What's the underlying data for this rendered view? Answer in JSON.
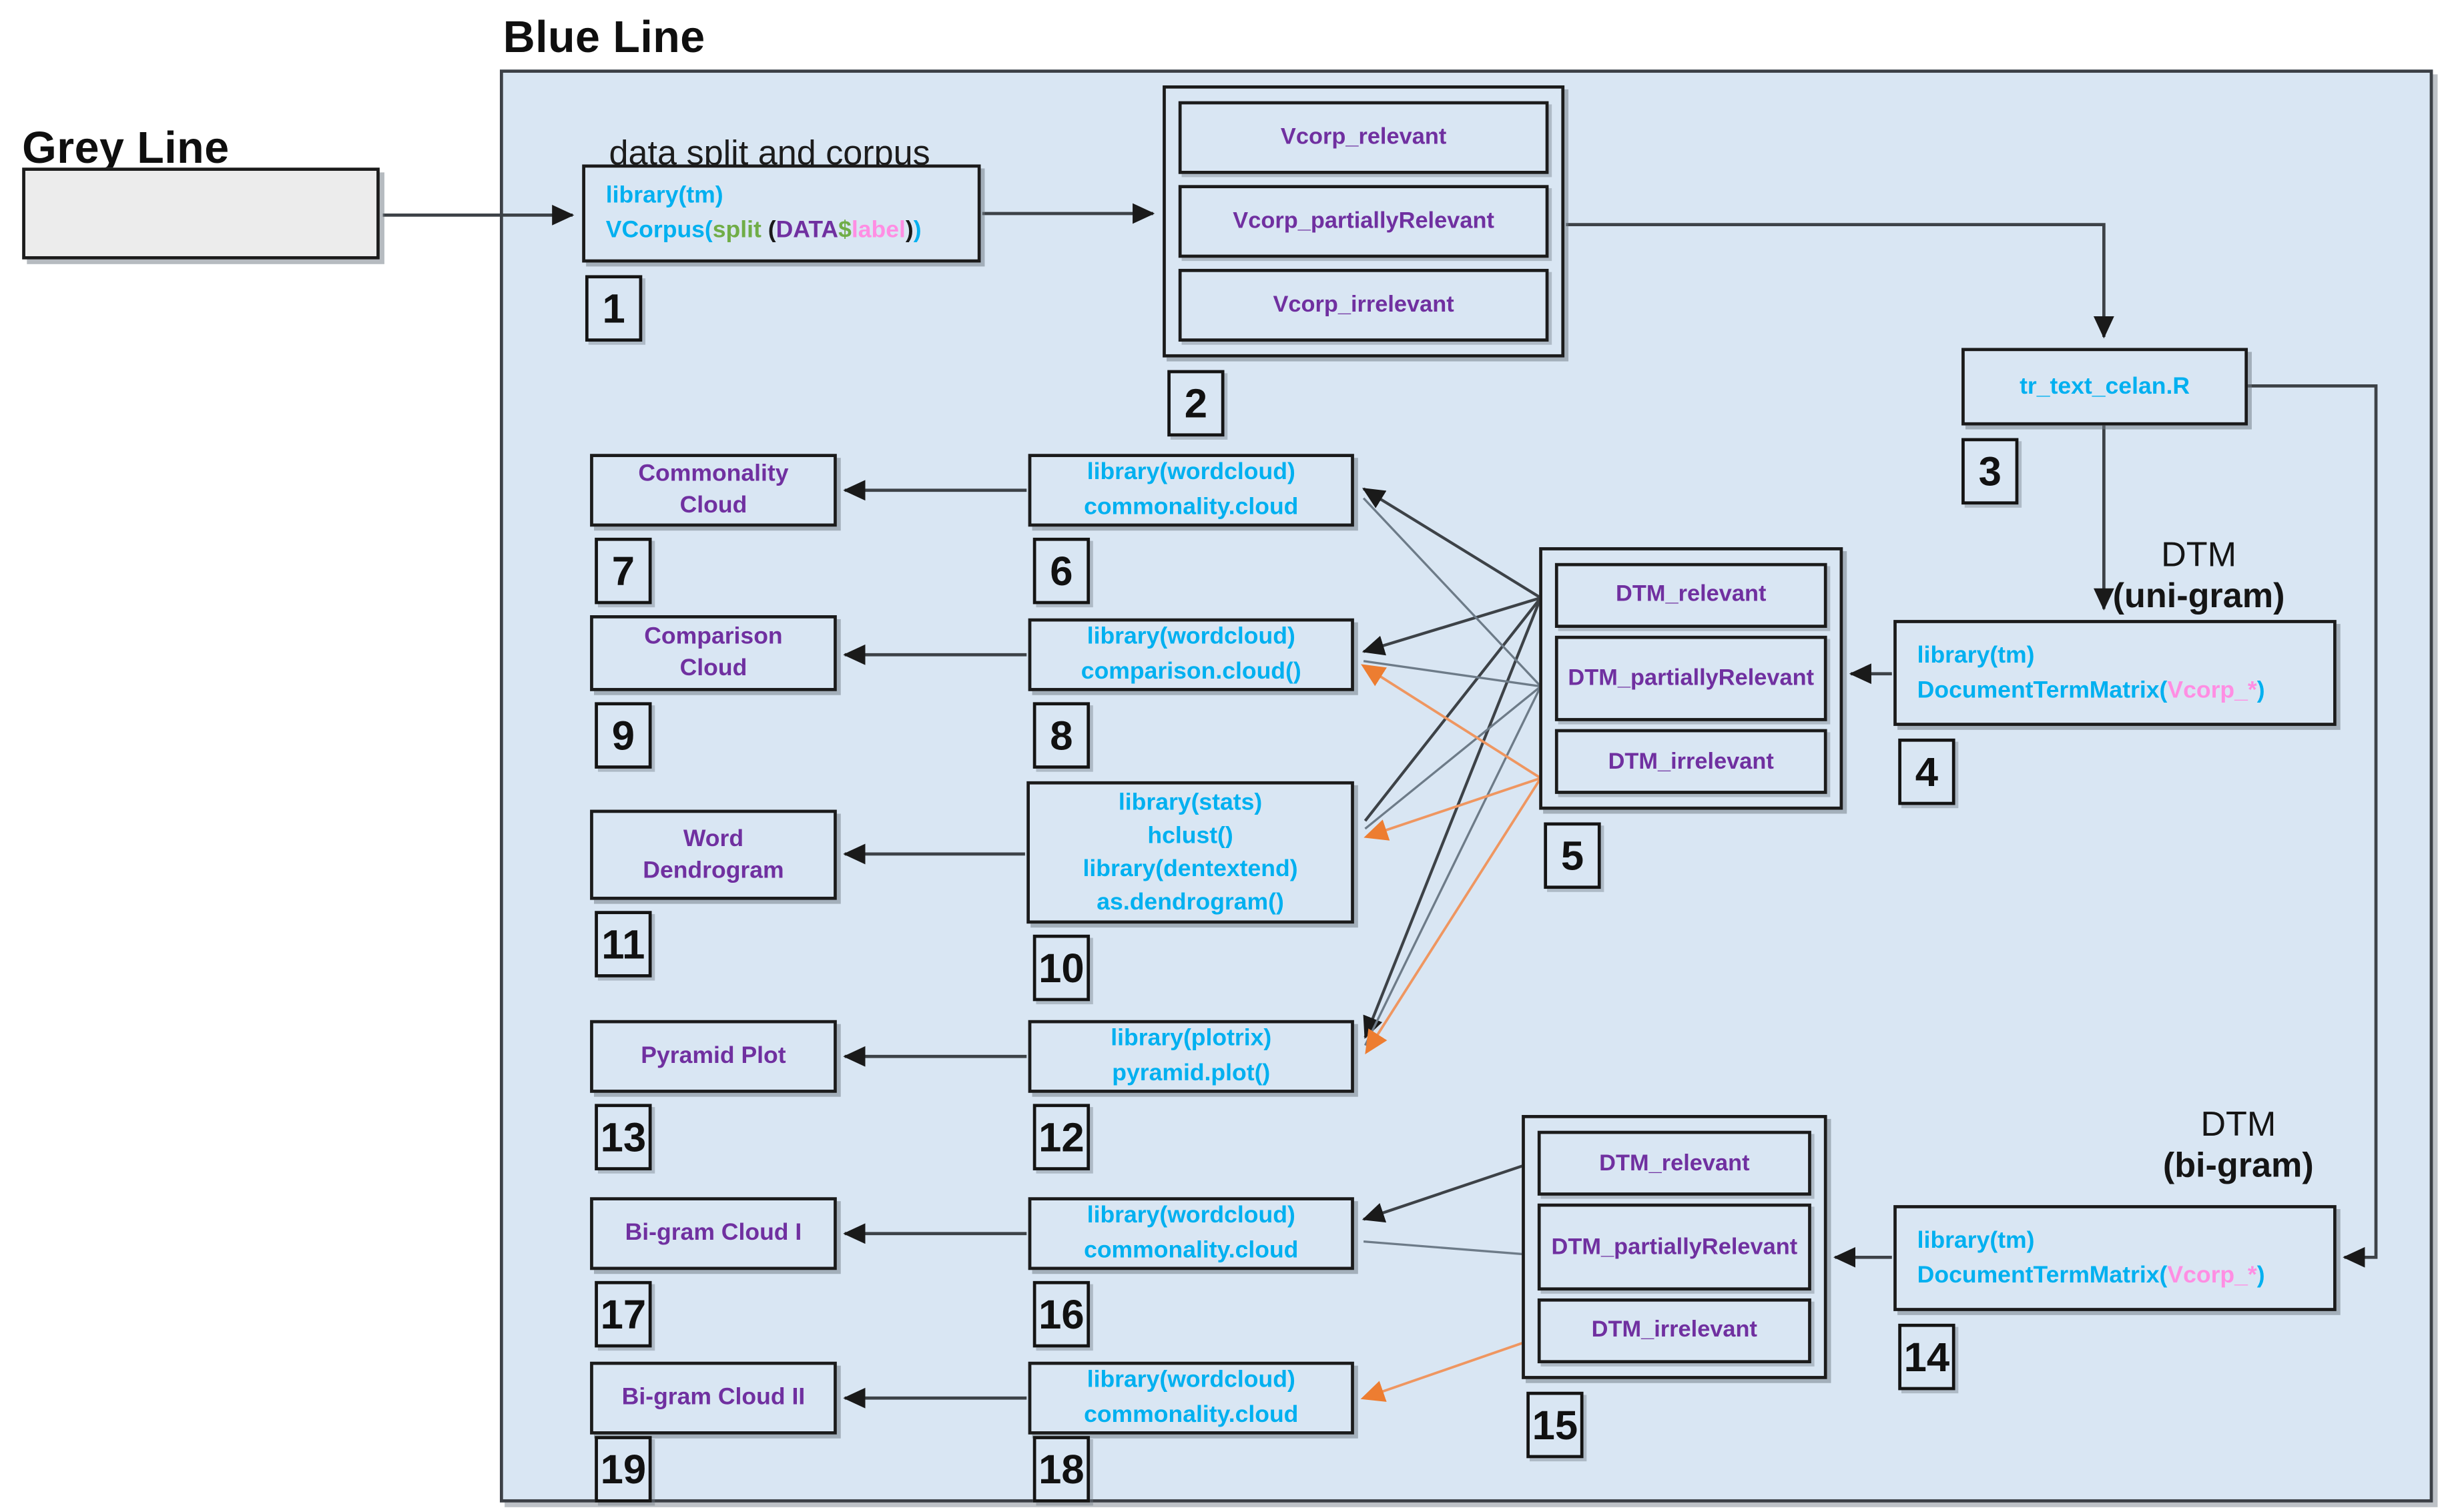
{
  "palette": {
    "cyan": "#00b0f0",
    "purple": "#7030a0",
    "green": "#70ad47",
    "pink": "#ff8ee3",
    "black": "#1a1a1a",
    "orange_line": "#ef9660",
    "orange_head": "#ed7d31",
    "line": "#3d4247",
    "line2": "#6d7b88",
    "container_fill": "#d9e6f3",
    "grey_fill": "#ececec"
  },
  "labels": {
    "grey_line": "Grey Line",
    "blue_line": "Blue Line",
    "caption": "data split and corpus",
    "dtm_uni_1": "DTM",
    "dtm_uni_2": "(uni-gram)",
    "dtm_bi_1": "DTM",
    "dtm_bi_2": "(bi-gram)"
  },
  "boxes": {
    "b1": {
      "num": "1",
      "code": [
        [
          {
            "t": "library(tm)",
            "c": "cyan"
          }
        ],
        [
          {
            "t": "VCorpus(",
            "c": "cyan"
          },
          {
            "t": "split",
            "c": "green"
          },
          {
            "t": " (",
            "c": "black"
          },
          {
            "t": "DATA",
            "c": "purple"
          },
          {
            "t": "$",
            "c": "green"
          },
          {
            "t": "label",
            "c": "pink"
          },
          {
            "t": ")",
            "c": "black"
          },
          {
            "t": ")",
            "c": "cyan"
          }
        ]
      ]
    },
    "b2": {
      "num": "2",
      "items": [
        "Vcorp_relevant",
        "Vcorp_partiallyRelevant",
        "Vcorp_irrelevant"
      ]
    },
    "b3": {
      "num": "3",
      "title": "tr_text_celan.R"
    },
    "b4": {
      "num": "4",
      "code": [
        [
          {
            "t": "library(tm)",
            "c": "cyan"
          }
        ],
        [
          {
            "t": "DocumentTermMatrix(",
            "c": "cyan"
          },
          {
            "t": "Vcorp_*",
            "c": "pink"
          },
          {
            "t": ")",
            "c": "cyan"
          }
        ]
      ]
    },
    "b5": {
      "num": "5",
      "items": [
        "DTM_relevant",
        "DTM_partiallyRelevant",
        "DTM_irrelevant"
      ]
    },
    "b6": {
      "num": "6",
      "code": [
        [
          {
            "t": "library(wordcloud)",
            "c": "cyan"
          }
        ],
        [
          {
            "t": "commonality.cloud",
            "c": "cyan"
          }
        ]
      ]
    },
    "b7": {
      "num": "7",
      "title": "Commonality Cloud"
    },
    "b8": {
      "num": "8",
      "code": [
        [
          {
            "t": "library(wordcloud)",
            "c": "cyan"
          }
        ],
        [
          {
            "t": "comparison.cloud()",
            "c": "cyan"
          }
        ]
      ]
    },
    "b9": {
      "num": "9",
      "title": "Comparison Cloud"
    },
    "b10": {
      "num": "10",
      "code": [
        [
          {
            "t": "library(stats)",
            "c": "cyan"
          }
        ],
        [
          {
            "t": "hclust()",
            "c": "cyan"
          }
        ],
        [
          {
            "t": "library(dentextend)",
            "c": "cyan"
          }
        ],
        [
          {
            "t": "as.dendrogram()",
            "c": "cyan"
          }
        ]
      ]
    },
    "b11": {
      "num": "11",
      "title": "Word Dendrogram"
    },
    "b12": {
      "num": "12",
      "code": [
        [
          {
            "t": "library(plotrix)",
            "c": "cyan"
          }
        ],
        [
          {
            "t": "pyramid.plot()",
            "c": "cyan"
          }
        ]
      ]
    },
    "b13": {
      "num": "13",
      "title": "Pyramid Plot"
    },
    "b14": {
      "num": "14",
      "code": [
        [
          {
            "t": "library(tm)",
            "c": "cyan"
          }
        ],
        [
          {
            "t": "DocumentTermMatrix(",
            "c": "cyan"
          },
          {
            "t": "Vcorp_*",
            "c": "pink"
          },
          {
            "t": ")",
            "c": "cyan"
          }
        ]
      ]
    },
    "b15": {
      "num": "15",
      "items": [
        "DTM_relevant",
        "DTM_partiallyRelevant",
        "DTM_irrelevant"
      ]
    },
    "b16": {
      "num": "16",
      "code": [
        [
          {
            "t": "library(wordcloud)",
            "c": "cyan"
          }
        ],
        [
          {
            "t": "commonality.cloud",
            "c": "cyan"
          }
        ]
      ]
    },
    "b17": {
      "num": "17",
      "title": "Bi-gram Cloud I"
    },
    "b18": {
      "num": "18",
      "code": [
        [
          {
            "t": "library(wordcloud)",
            "c": "cyan"
          }
        ],
        [
          {
            "t": "commonality.cloud",
            "c": "cyan"
          }
        ]
      ]
    },
    "b19": {
      "num": "19",
      "title": "Bi-gram Cloud II"
    }
  }
}
